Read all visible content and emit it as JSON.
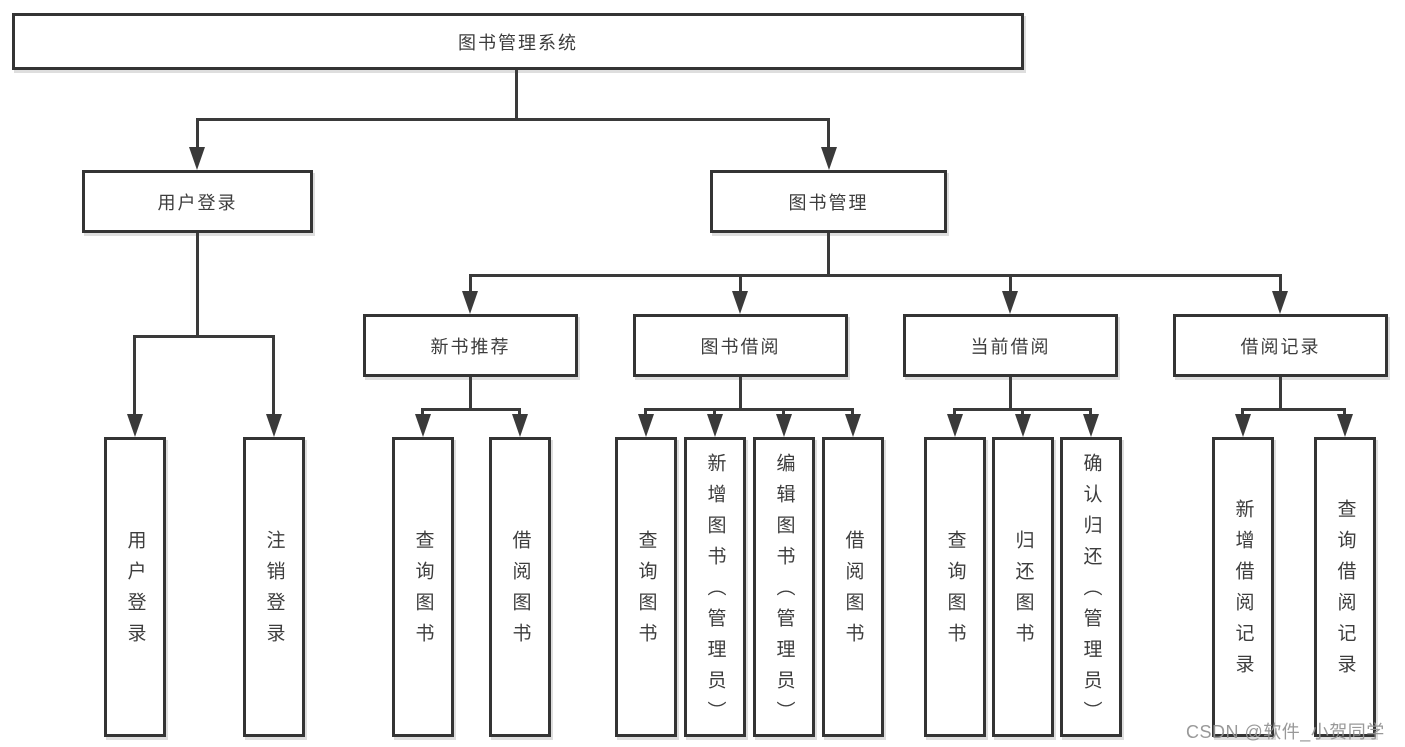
{
  "nodes": {
    "root": "图书管理系统",
    "l2": [
      "用户登录",
      "图书管理"
    ],
    "l3": [
      "新书推荐",
      "图书借阅",
      "当前借阅",
      "借阅记录"
    ],
    "leaves": [
      "用户登录",
      "注销登录",
      "查询图书",
      "借阅图书",
      "查询图书",
      "新增图书（管理员）",
      "编辑图书（管理员）",
      "借阅图书",
      "查询图书",
      "归还图书",
      "确认归还（管理员）",
      "新增借阅记录",
      "查询借阅记录"
    ]
  },
  "structure": {
    "图书管理系统": [
      "用户登录",
      "图书管理"
    ],
    "用户登录": [
      "用户登录",
      "注销登录"
    ],
    "图书管理": [
      "新书推荐",
      "图书借阅",
      "当前借阅",
      "借阅记录"
    ],
    "新书推荐": [
      "查询图书",
      "借阅图书"
    ],
    "图书借阅": [
      "查询图书",
      "新增图书（管理员）",
      "编辑图书（管理员）",
      "借阅图书"
    ],
    "当前借阅": [
      "查询图书",
      "归还图书",
      "确认归还（管理员）"
    ],
    "借阅记录": [
      "新增借阅记录",
      "查询借阅记录"
    ]
  },
  "watermark": "CSDN @软件_小贺同学",
  "colors": {
    "line": "#3a3a3a",
    "box_border": "#343434",
    "text": "#3d3d3d",
    "watermark": "#949494",
    "background": "#ffffff"
  }
}
